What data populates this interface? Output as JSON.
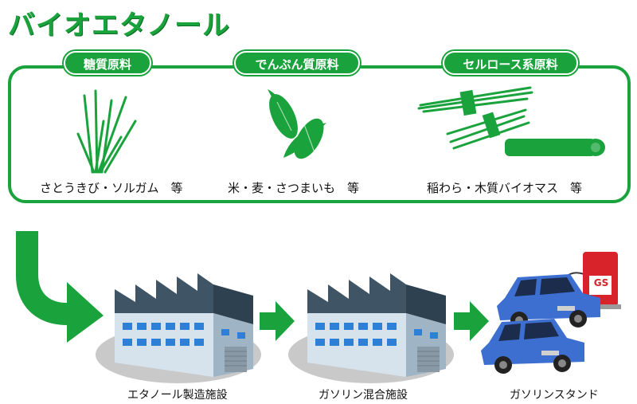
{
  "title": "バイオエタノール",
  "materials": [
    {
      "category": "糖質原料",
      "examples": "さとうきび・ソルガム　等"
    },
    {
      "category": "でんぷん質原料",
      "examples": "米・麦・さつまいも　等"
    },
    {
      "category": "セルロース系原料",
      "examples": "稲わら・木質バイオマス　等"
    }
  ],
  "facilities": [
    {
      "label": "エタノール製造施設"
    },
    {
      "label": "ガソリン混合施設"
    },
    {
      "label": "ガソリンスタンド",
      "pump_sign": "GS"
    }
  ],
  "colors": {
    "accent": "#1aa33c",
    "roof": "#3f5566",
    "wall": "#cfdde8",
    "window": "#2e7fd6",
    "car": "#3d6fd1",
    "pump": "#d8232a"
  }
}
